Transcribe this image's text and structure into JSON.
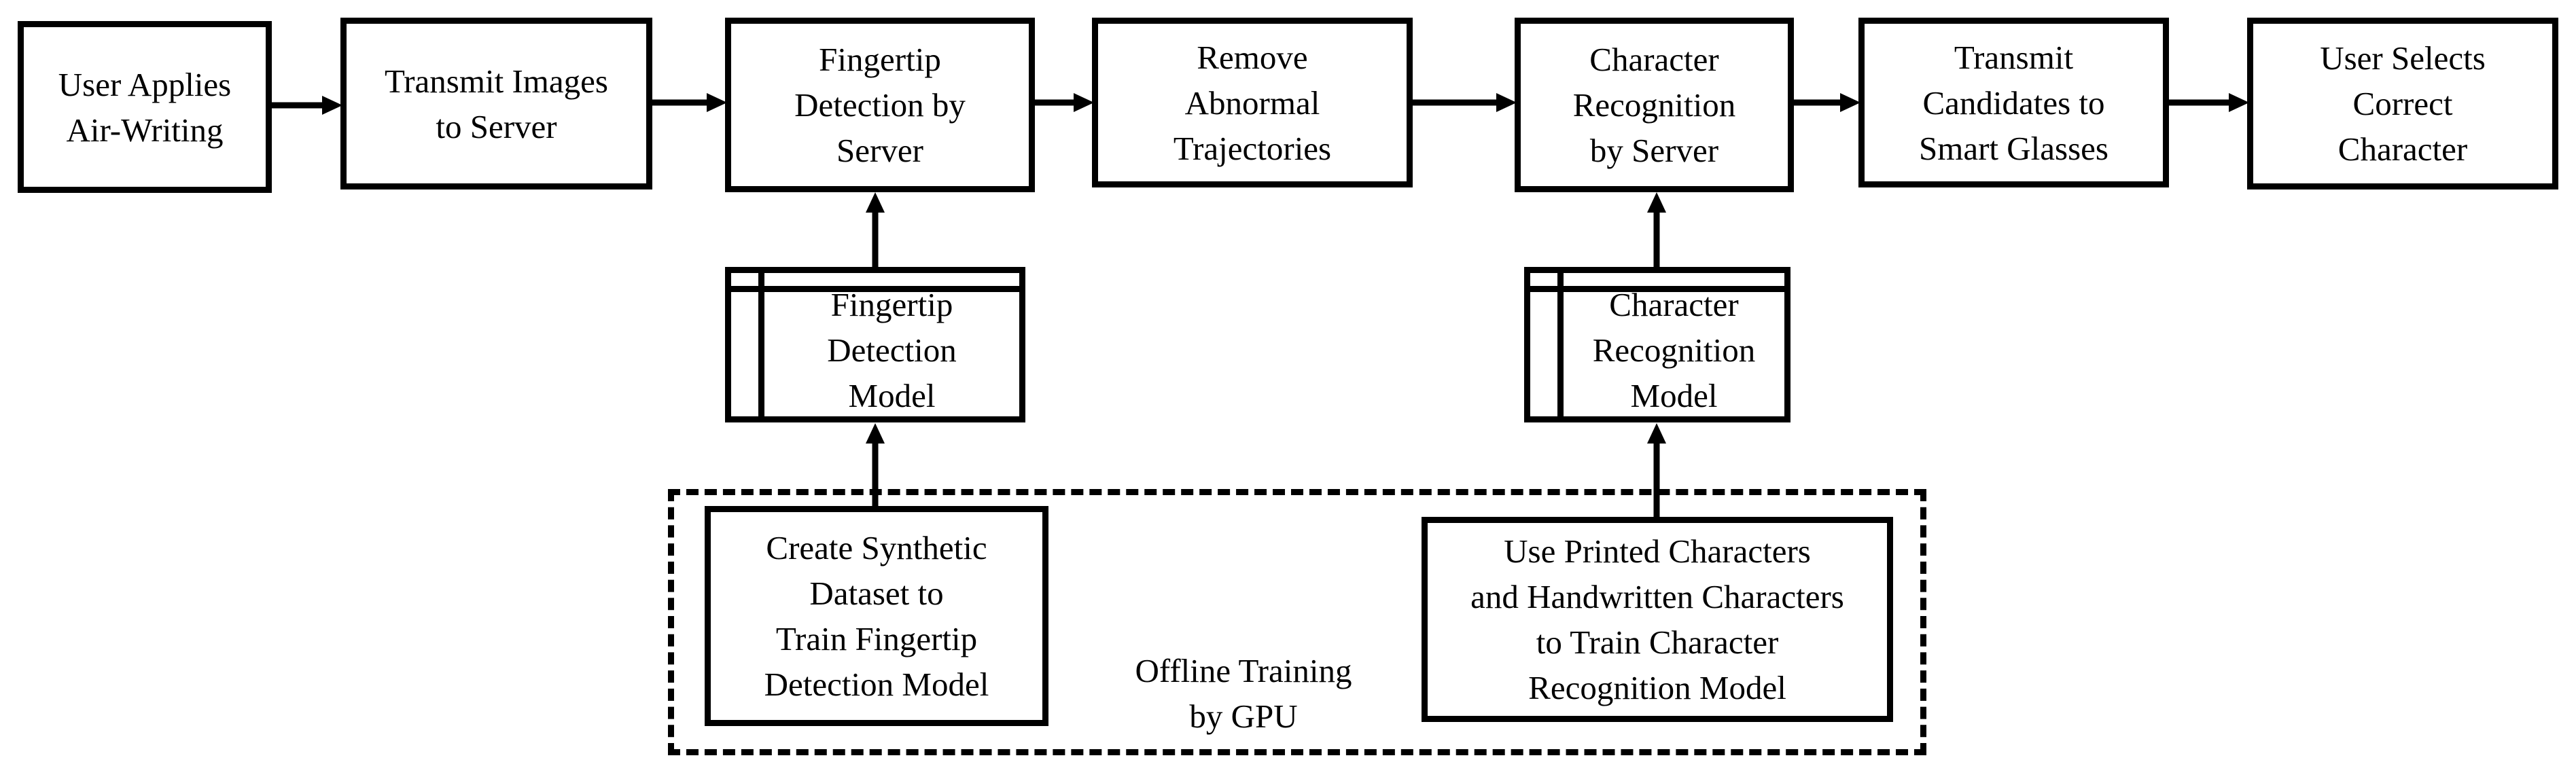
{
  "diagram": {
    "process": [
      {
        "label": "User Applies\nAir-Writing"
      },
      {
        "label": "Transmit Images\nto Server"
      },
      {
        "label": "Fingertip\nDetection by\nServer"
      },
      {
        "label": "Remove\nAbnormal\nTrajectories"
      },
      {
        "label": "Character\nRecognition\nby Server"
      },
      {
        "label": "Transmit\nCandidates to\nSmart Glasses"
      },
      {
        "label": "User Selects\nCorrect\nCharacter"
      }
    ],
    "models": [
      {
        "label": "Fingertip\nDetection\nModel"
      },
      {
        "label": "Character\nRecognition\nModel"
      }
    ],
    "training": [
      {
        "label": "Create Synthetic\nDataset to\nTrain Fingertip\nDetection Model"
      },
      {
        "label": "Use Printed Characters\nand Handwritten Characters\nto Train Character\nRecognition Model"
      }
    ],
    "offline_region": {
      "label": "Offline Training\nby GPU"
    }
  }
}
